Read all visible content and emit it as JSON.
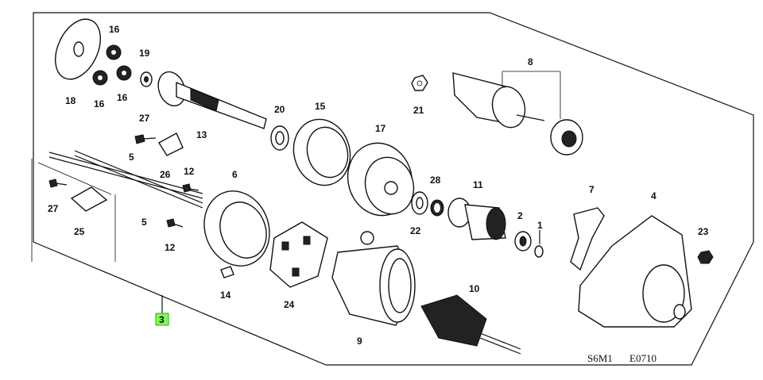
{
  "diagram": {
    "drawing_code": [
      "S6M1",
      "E0710"
    ],
    "assembly_label": "3",
    "highlight_color": "#7CFC54",
    "part_labels": {
      "p18": "18",
      "p16a": "16",
      "p16b": "16",
      "p16c": "16",
      "p19": "19",
      "p13": "13",
      "p20": "20",
      "p15": "15",
      "p17": "17",
      "p21": "21",
      "p8": "8",
      "p27a": "27",
      "p26": "26",
      "p5a": "5",
      "p5b": "5",
      "p27b": "27",
      "p25": "25",
      "p12a": "12",
      "p12b": "12",
      "p6": "6",
      "p14": "14",
      "p24": "24",
      "p9": "9",
      "p28": "28",
      "p22": "22",
      "p11": "11",
      "p2": "2",
      "p1": "1",
      "p10": "10",
      "p7": "7",
      "p4": "4",
      "p23": "23"
    }
  }
}
